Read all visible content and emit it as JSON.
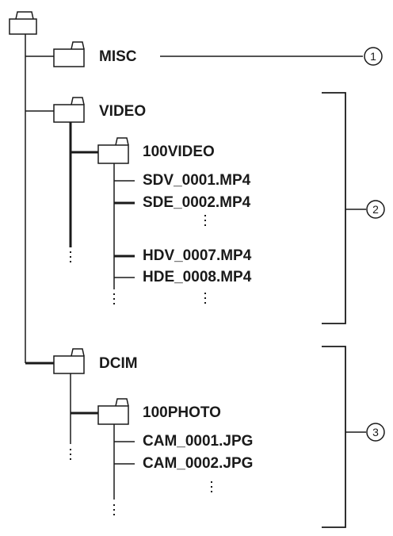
{
  "tree": {
    "misc_folder": "MISC",
    "video_folder": "VIDEO",
    "video_sub_folder": "100VIDEO",
    "video_files": [
      "SDV_0001.MP4",
      "SDE_0002.MP4",
      "HDV_0007.MP4",
      "HDE_0008.MP4"
    ],
    "dcim_folder": "DCIM",
    "photo_sub_folder": "100PHOTO",
    "photo_files": [
      "CAM_0001.JPG",
      "CAM_0002.JPG"
    ]
  },
  "callouts": [
    "1",
    "2",
    "3"
  ],
  "colors": {
    "line": "#1a1a1a",
    "background": "#ffffff"
  },
  "icons": {
    "folder": "folder-icon",
    "ellipsis": "vertical-ellipsis-icon"
  }
}
